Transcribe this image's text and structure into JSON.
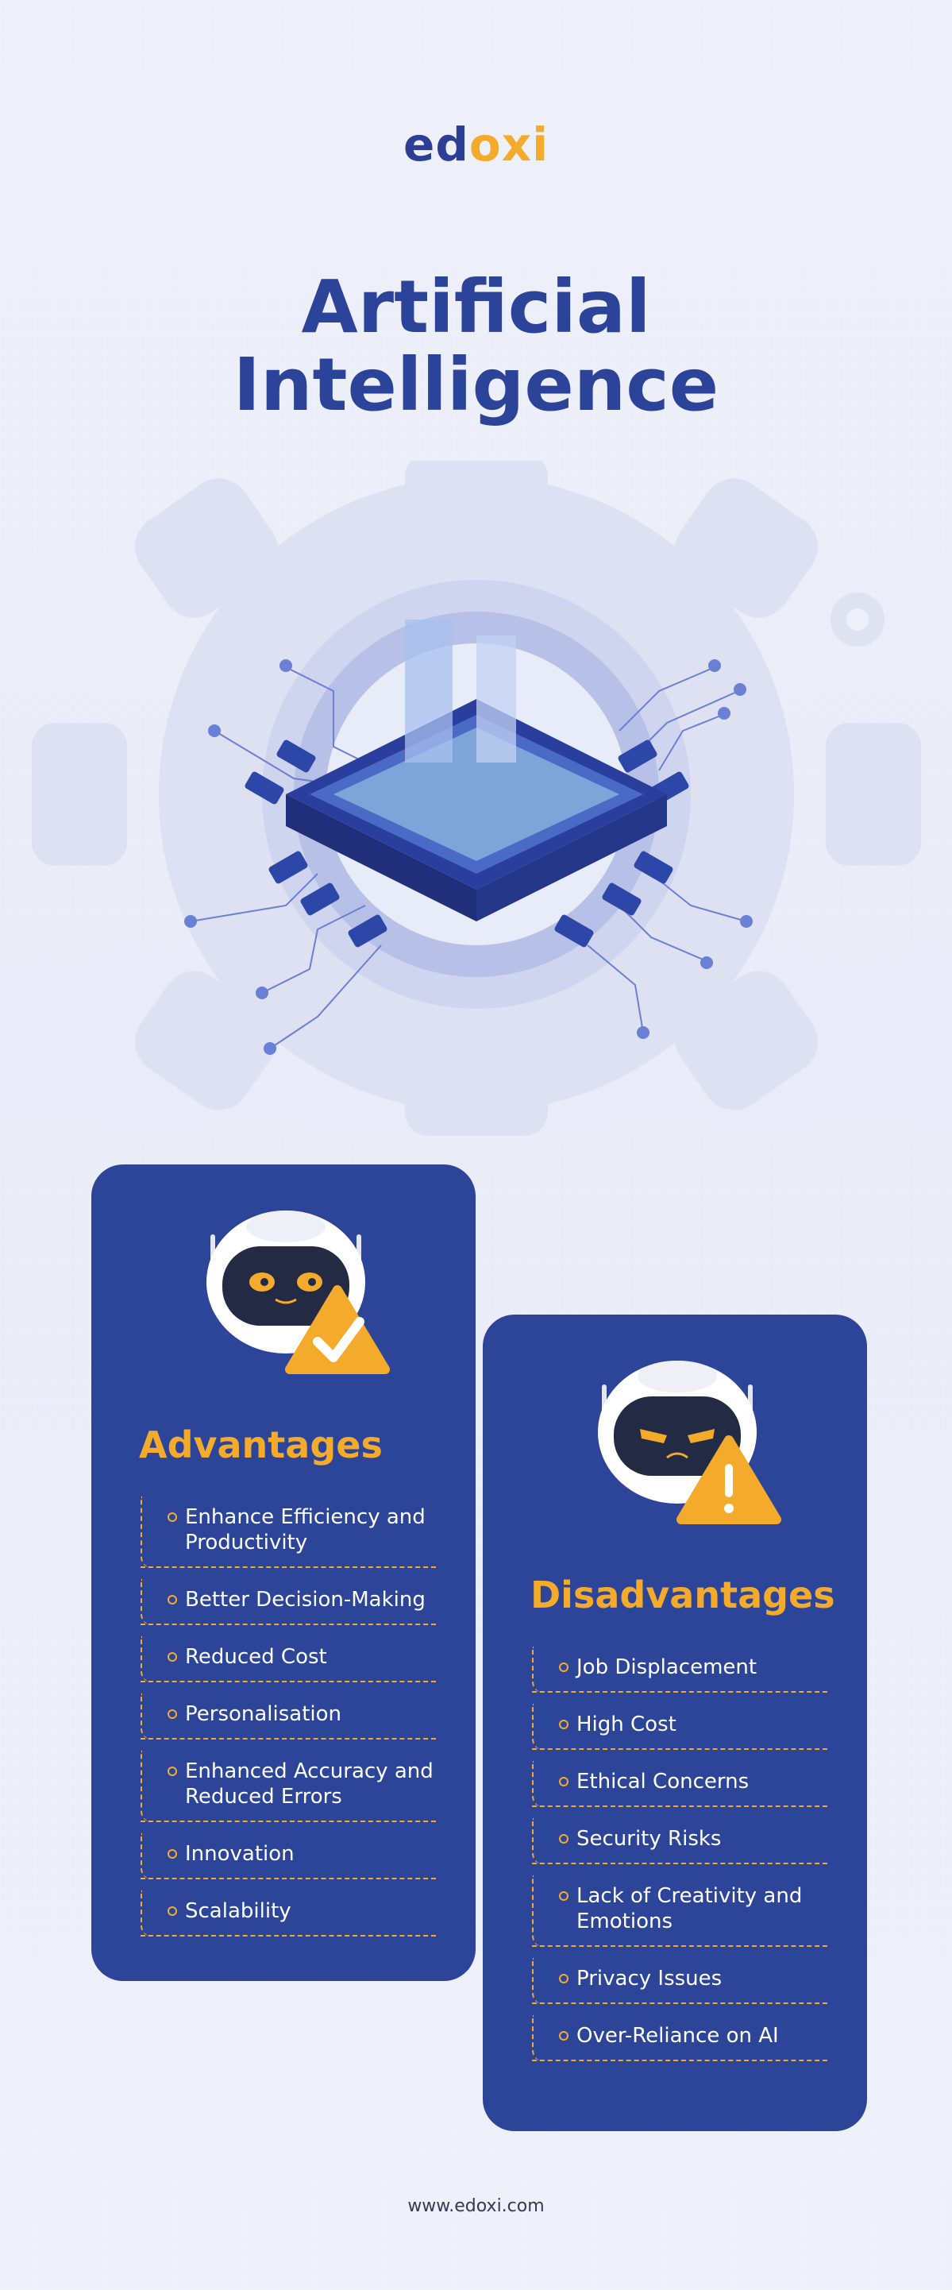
{
  "logo": {
    "part1": "ed",
    "part2": "oxi"
  },
  "title": {
    "line1": "Artificial",
    "line2": "Intelligence"
  },
  "icons": {
    "hero": "ai-chip-icon",
    "gear": "gear-icon",
    "robot_happy": "happy-robot-icon",
    "robot_angry": "angry-robot-icon",
    "check": "check-icon",
    "warning": "warning-icon"
  },
  "colors": {
    "brand_blue": "#2c4599",
    "accent_yellow": "#f4ab2c",
    "title_blue": "#2b4399"
  },
  "advantages": {
    "heading": "Advantages",
    "items": [
      "Enhance Efficiency and Productivity",
      "Better Decision-Making",
      "Reduced Cost",
      "Personalisation",
      "Enhanced Accuracy and Reduced Errors",
      "Innovation",
      "Scalability"
    ]
  },
  "disadvantages": {
    "heading": "Disadvantages",
    "items": [
      "Job Displacement",
      "High Cost",
      "Ethical Concerns",
      "Security Risks",
      "Lack of Creativity and Emotions",
      "Privacy Issues",
      "Over-Reliance on AI"
    ]
  },
  "footer": {
    "url": "www.edoxi.com"
  }
}
